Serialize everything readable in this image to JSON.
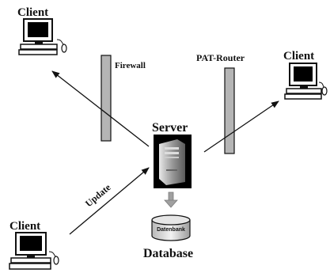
{
  "labels": {
    "client_top_left": "Client",
    "client_top_right": "Client",
    "client_bottom_left": "Client",
    "firewall": "Firewall",
    "pat_router": "PAT-Router",
    "server": "Server",
    "update": "Update",
    "datenbank": "Datenbank",
    "database": "Database"
  },
  "icons": {
    "computer": "desktop-computer-icon",
    "server": "server-tower-icon",
    "database": "database-cylinder-icon"
  },
  "colors": {
    "line": "#111111",
    "barrier_fill": "#b5b5b5",
    "screen_fill": "#000000",
    "arrow_down": "#9a9a9a"
  }
}
